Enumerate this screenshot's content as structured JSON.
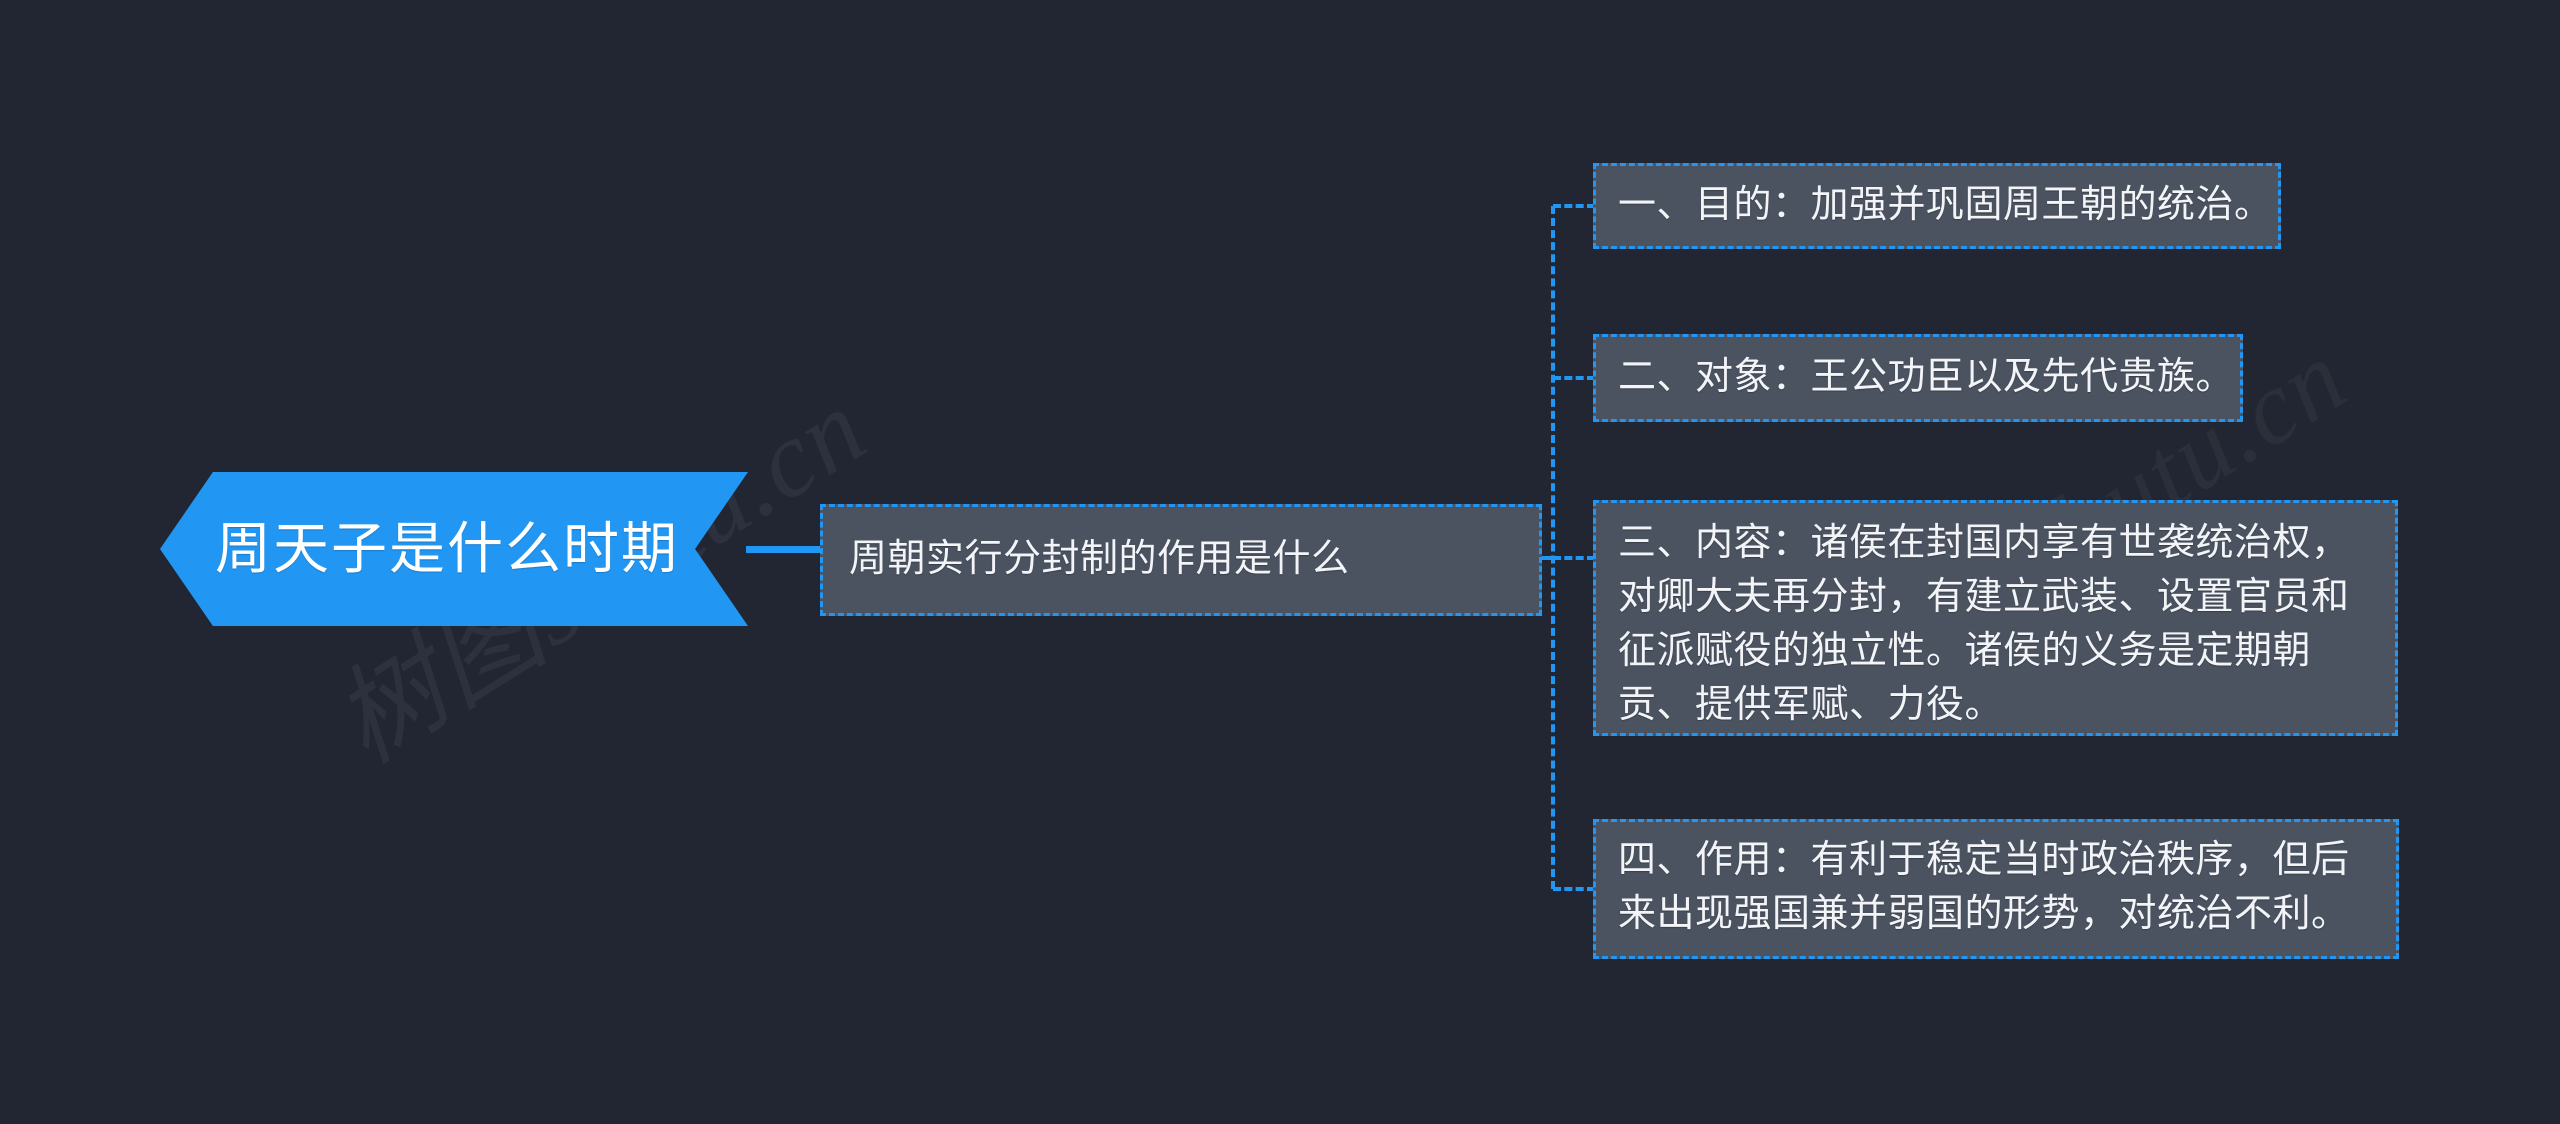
{
  "background_color": "#212632",
  "accent_color": "#2196f3",
  "node_fill_color": "#4b5361",
  "text_color": "#f2f4f7",
  "root": {
    "label": "周天子是什么时期"
  },
  "branch": {
    "label": "周朝实行分封制的作用是什么"
  },
  "leaves": [
    {
      "label": "一、目的：加强并巩固周王朝的统治。"
    },
    {
      "label": "二、对象：王公功臣以及先代贵族。"
    },
    {
      "label": "三、内容：诸侯在封国内享有世袭统治权，对卿大夫再分封，有建立武装、设置官员和征派赋役的独立性。诸侯的义务是定期朝贡、提供军赋、力役。"
    },
    {
      "label": "四、作用：有利于稳定当时政治秩序，但后来出现强国兼并弱国的形势，对统治不利。"
    }
  ],
  "watermarks": {
    "primary": "树图shutu.cn",
    "secondary": "树图shutu.cn"
  }
}
